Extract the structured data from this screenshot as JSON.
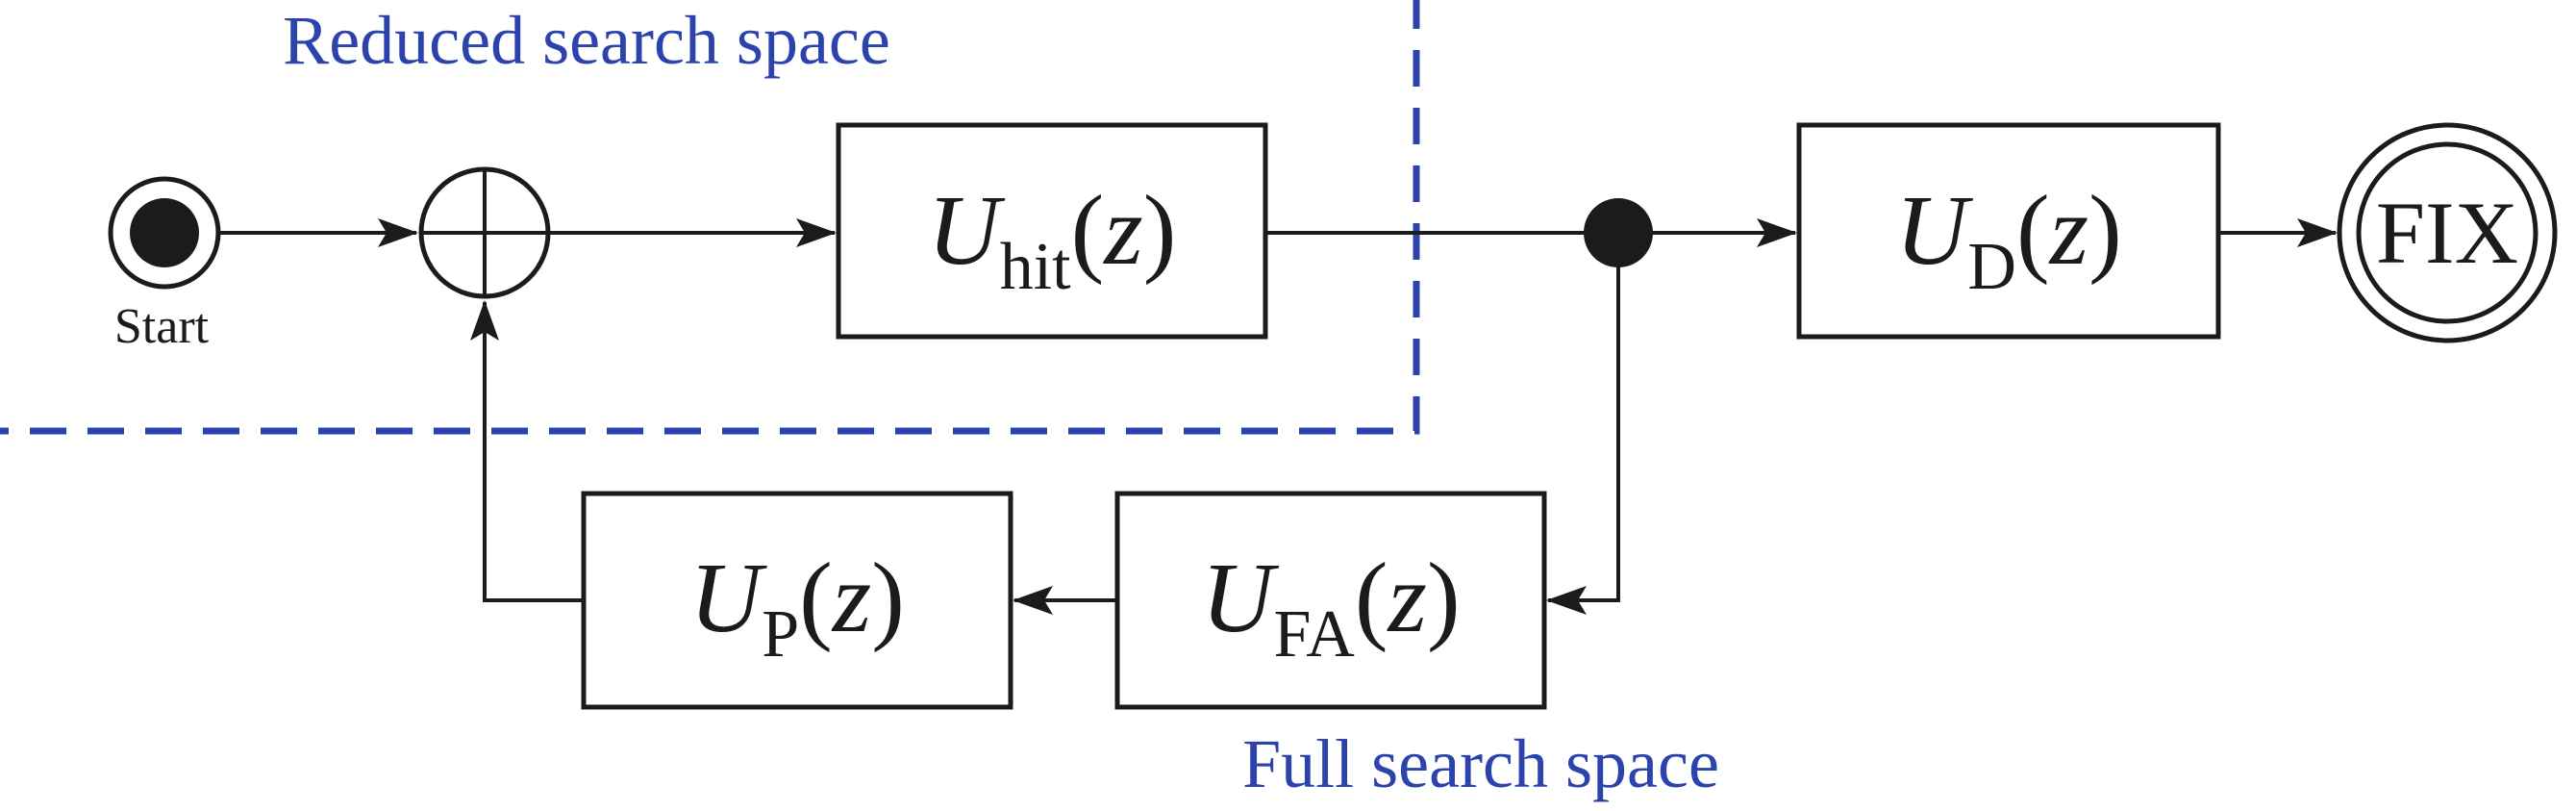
{
  "colors": {
    "accent_blue": "#2c43ad",
    "line": "#1b1b1b"
  },
  "labels": {
    "reduced_search_space": "Reduced search space",
    "full_search_space": "Full search space",
    "start": "Start",
    "fix": "FIX"
  },
  "blocks": {
    "u_hit": {
      "base": "U",
      "sub": "hit",
      "open": "(",
      "var": "z",
      "close": ")"
    },
    "u_d": {
      "base": "U",
      "sub": "D",
      "open": "(",
      "var": "z",
      "close": ")"
    },
    "u_fa": {
      "base": "U",
      "sub": "FA",
      "open": "(",
      "var": "z",
      "close": ")"
    },
    "u_p": {
      "base": "U",
      "sub": "P",
      "open": "(",
      "var": "z",
      "close": ")"
    }
  }
}
